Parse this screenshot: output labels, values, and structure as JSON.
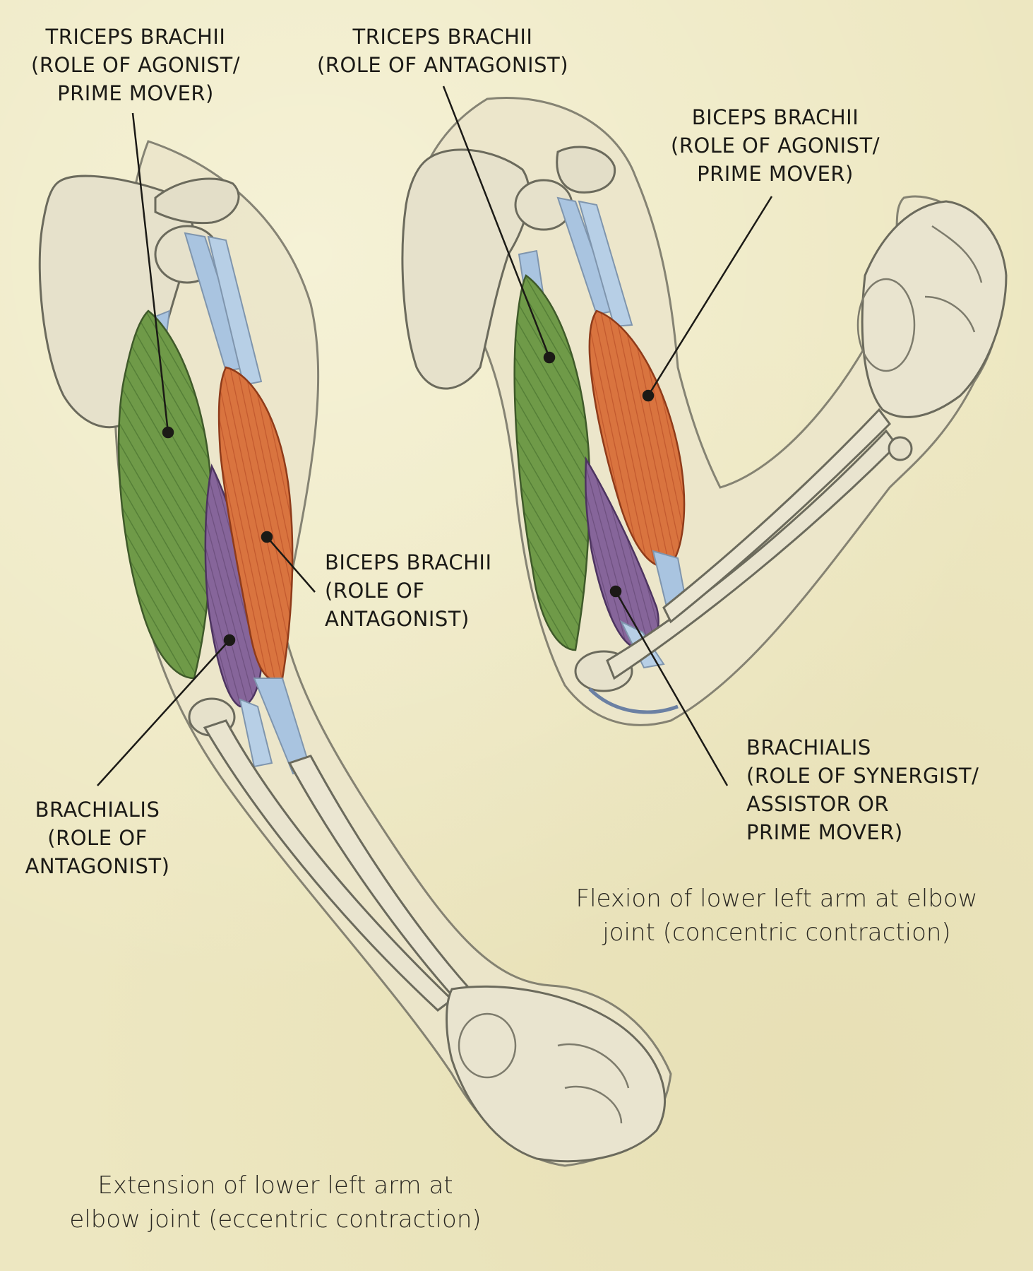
{
  "labels": {
    "triceps_agonist": [
      "TRICEPS BRACHII",
      "(ROLE OF AGONIST/",
      "PRIME MOVER)"
    ],
    "triceps_antagonist": [
      "TRICEPS BRACHII",
      "(ROLE OF ANTAGONIST)"
    ],
    "biceps_agonist": [
      "BICEPS BRACHII",
      "(ROLE OF AGONIST/",
      "PRIME MOVER)"
    ],
    "biceps_antagonist": [
      "BICEPS BRACHII",
      "(ROLE OF",
      "ANTAGONIST)"
    ],
    "brachialis_antagonist": [
      "BRACHIALIS",
      "(ROLE OF",
      "ANTAGONIST)"
    ],
    "brachialis_synergist": [
      "BRACHIALIS",
      "(ROLE OF SYNERGIST/",
      "ASSISTOR OR",
      "PRIME MOVER)"
    ]
  },
  "captions": {
    "extension": [
      "Extension of lower left arm at",
      "elbow joint (eccentric contraction)"
    ],
    "flexion": [
      "Flexion of lower left arm at elbow",
      "joint (concentric contraction)"
    ]
  },
  "colors": {
    "background": "#ede7c1",
    "triceps": "#5f8a3f",
    "biceps": "#d1683a",
    "brachialis": "#7b5a86",
    "tendon": "#a9c4e0",
    "bone": "#e8e4cf",
    "outline": "#6b6a5c"
  }
}
